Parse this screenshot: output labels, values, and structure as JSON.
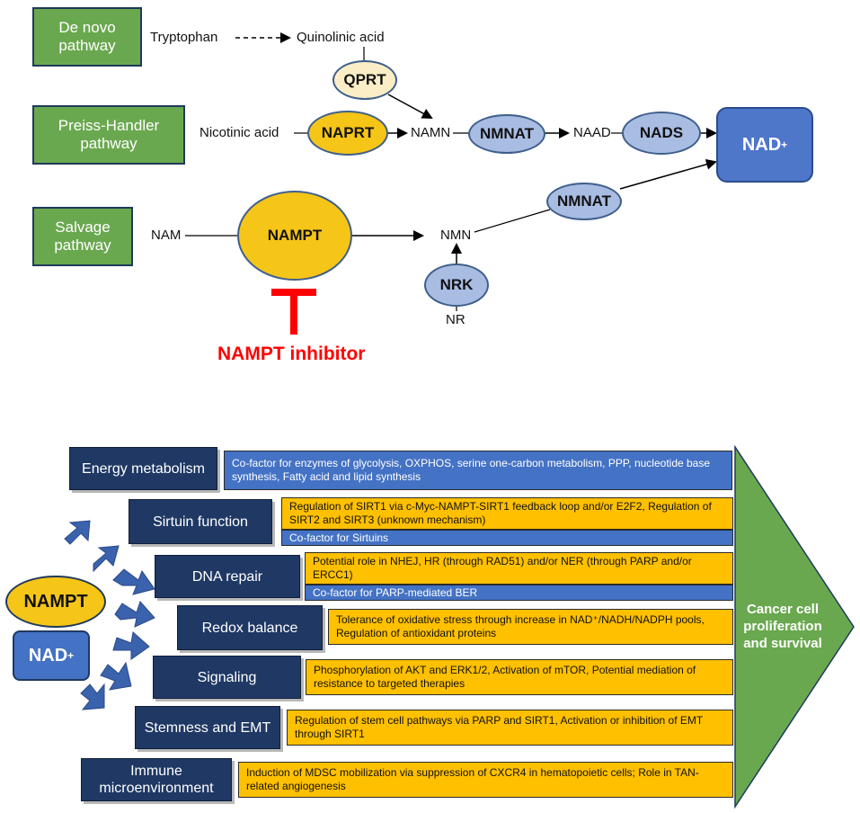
{
  "pathways": {
    "de_novo": "De novo pathway",
    "preiss_handler": "Preiss-Handler pathway",
    "salvage": "Salvage pathway"
  },
  "metabolites": {
    "tryptophan": "Tryptophan",
    "quinolinic_acid": "Quinolinic acid",
    "nicotinic_acid": "Nicotinic acid",
    "namn": "NAMN",
    "naad": "NAAD",
    "nam": "NAM",
    "nmn": "NMN",
    "nr": "NR",
    "nad_main": "NAD",
    "nad_sup": "+"
  },
  "enzymes": {
    "qprt": "QPRT",
    "naprt": "NAPRT",
    "nmnat_1": "NMNAT",
    "nads": "NADS",
    "nampt": "NAMPT",
    "nmnat_2": "NMNAT",
    "nrk": "NRK"
  },
  "inhibitor_label": "NAMPT inhibitor",
  "left": {
    "nampt": "NAMPT",
    "nad_main": "NAD",
    "nad_sup": "+"
  },
  "categories": [
    {
      "label": "Energy metabolism",
      "desc": [
        {
          "text": "Co-factor for enzymes of glycolysis, OXPHOS, serine one-carbon metabolism, PPP, nucleotide base synthesis, Fatty acid and lipid synthesis",
          "tone": "blue"
        }
      ]
    },
    {
      "label": "Sirtuin function",
      "desc": [
        {
          "text": "Regulation of SIRT1 via c-Myc-NAMPT-SIRT1 feedback loop and/or E2F2, Regulation of SIRT2 and SIRT3 (unknown mechanism)",
          "tone": "yellow"
        },
        {
          "text": "Co-factor for Sirtuins",
          "tone": "blue"
        }
      ]
    },
    {
      "label": "DNA repair",
      "desc": [
        {
          "text": "Potential role in NHEJ, HR (through RAD51) and/or NER (through PARP and/or ERCC1)",
          "tone": "yellow"
        },
        {
          "text": "Co-factor for PARP-mediated BER",
          "tone": "blue"
        }
      ]
    },
    {
      "label": "Redox balance",
      "desc": [
        {
          "text": "Tolerance of oxidative stress through increase in NAD⁺/NADH/NADPH pools, Regulation of antioxidant proteins",
          "tone": "yellow"
        }
      ]
    },
    {
      "label": "Signaling",
      "desc": [
        {
          "text": "Phosphorylation of AKT and ERK1/2, Activation of mTOR, Potential mediation of resistance to targeted therapies",
          "tone": "yellow"
        }
      ]
    },
    {
      "label": "Stemness and EMT",
      "desc": [
        {
          "text": "Regulation of stem cell pathways via PARP and SIRT1, Activation or inhibition of EMT through SIRT1",
          "tone": "yellow"
        }
      ]
    },
    {
      "label": "Immune microenvironment",
      "desc": [
        {
          "text": "Induction of MDSC mobilization via suppression of CXCR4 in hematopoietic cells; Role in TAN-related angiogenesis",
          "tone": "yellow"
        }
      ]
    }
  ],
  "outcome": "Cancer cell proliferation and survival",
  "colors": {
    "green": "#6aa84f",
    "navy": "#1f3864",
    "blue": "#4472c4",
    "yellow": "#ffc000",
    "red": "#ff0000"
  }
}
